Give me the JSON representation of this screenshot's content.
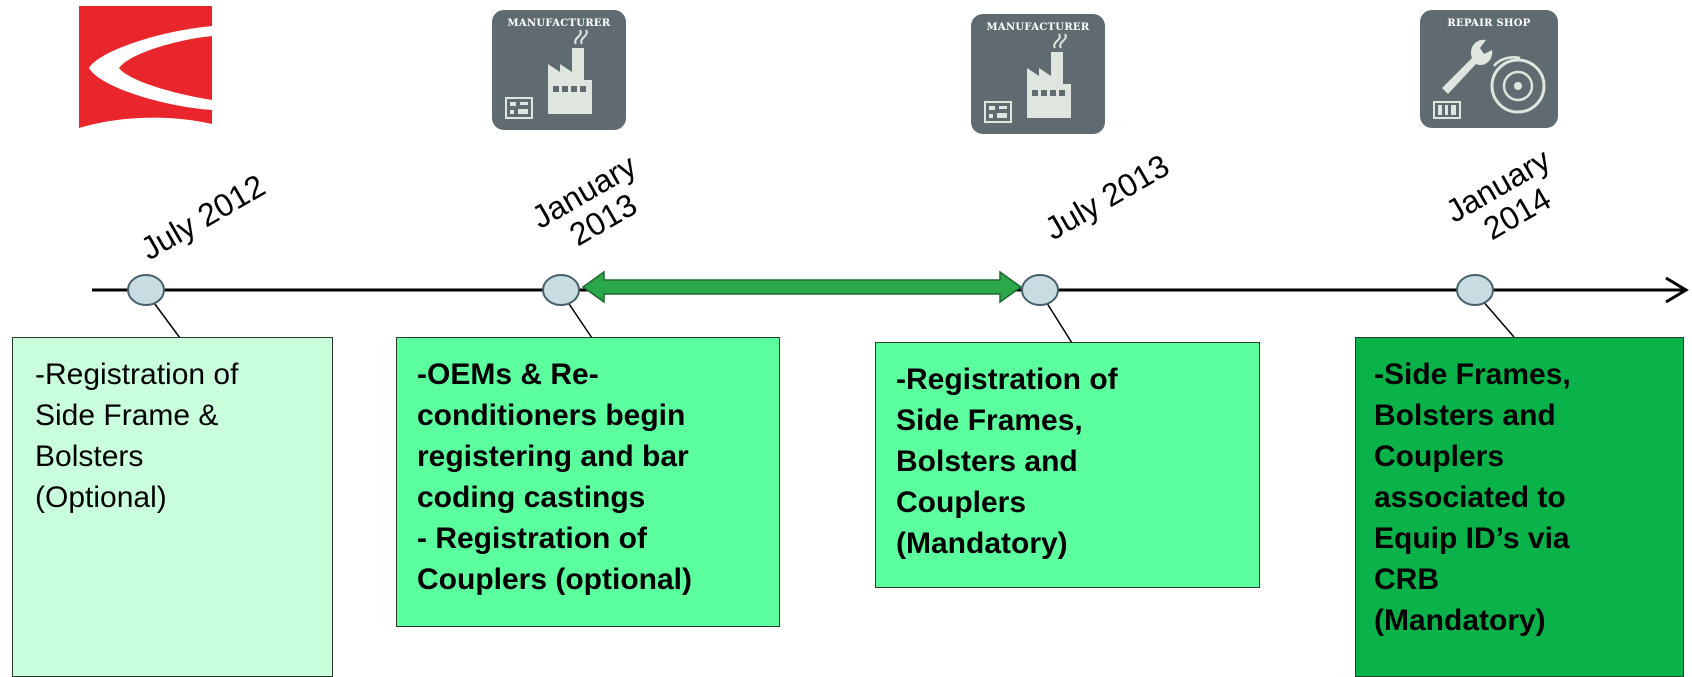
{
  "colors": {
    "logo_red": "#e8262b",
    "tile_gray": "#5f6b70",
    "arrow_green": "#2aa84a",
    "box_light": "#c9ffdc",
    "box_mid": "#5cff9e",
    "box_dark": "#0ab24a",
    "node_fill": "#c7dde1"
  },
  "icons": [
    {
      "name": "company-logo-icon",
      "label": ""
    },
    {
      "name": "manufacturer-factory-icon",
      "label": "MANUFACTURER"
    },
    {
      "name": "manufacturer-factory-icon",
      "label": "MANUFACTURER"
    },
    {
      "name": "repair-shop-wrench-wheel-icon",
      "label": "REPAIR SHOP"
    }
  ],
  "dates": [
    {
      "lines": [
        "July 2012"
      ]
    },
    {
      "lines": [
        "January",
        "2013"
      ]
    },
    {
      "lines": [
        "July 2013"
      ]
    },
    {
      "lines": [
        "January",
        "2014"
      ]
    }
  ],
  "boxes": [
    {
      "lines": [
        "-Registration of",
        "Side Frame &",
        "Bolsters",
        "(Optional)"
      ]
    },
    {
      "lines": [
        "-OEMs & Re-",
        "conditioners begin",
        "registering and bar",
        "coding castings",
        "- Registration of",
        "Couplers (optional)"
      ]
    },
    {
      "lines": [
        "-Registration of",
        "Side Frames,",
        "Bolsters and",
        "Couplers",
        "(Mandatory)"
      ]
    },
    {
      "lines": [
        "-Side Frames,",
        "Bolsters and",
        "Couplers",
        "associated to",
        "Equip ID’s via",
        "CRB",
        "(Mandatory)"
      ]
    }
  ]
}
